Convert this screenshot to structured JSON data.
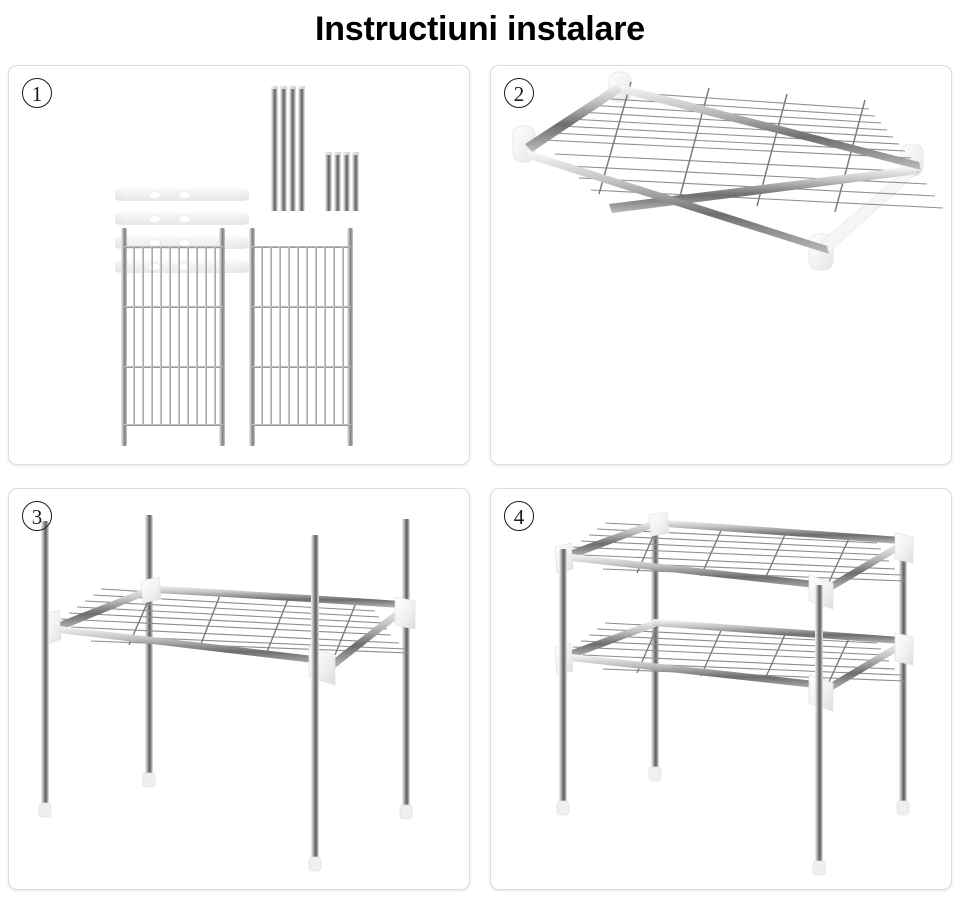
{
  "title": "Instructiuni instalare",
  "steps": [
    {
      "number": "1",
      "name": "step-1-parts-layout",
      "caption": "",
      "parts": {
        "brackets": {
          "label": "white plastic connector brackets",
          "count": 4
        },
        "long_tubes": {
          "label": "long metal tubes",
          "count": 4
        },
        "short_tubes": {
          "label": "short metal tubes",
          "count": 4
        },
        "wire_shelves": {
          "label": "wire grid shelf panels",
          "count": 2
        }
      }
    },
    {
      "number": "2",
      "name": "step-2-assembled-shelf",
      "caption": "",
      "parts": {
        "shelf_panel": {
          "label": "wire shelf with side rails",
          "count": 1
        },
        "end_caps": {
          "label": "white end caps",
          "count": 4
        }
      }
    },
    {
      "number": "3",
      "name": "step-3-attach-legs",
      "caption": "",
      "parts": {
        "shelf_panel": {
          "label": "wire shelf",
          "count": 1
        },
        "legs": {
          "label": "vertical legs",
          "count": 4
        },
        "joints": {
          "label": "white corner connectors",
          "count": 4
        }
      }
    },
    {
      "number": "4",
      "name": "step-4-complete-rack",
      "caption": "",
      "parts": {
        "shelf_panel": {
          "label": "wire shelves",
          "count": 2
        },
        "legs": {
          "label": "vertical legs",
          "count": 4
        },
        "joints": {
          "label": "white corner connectors",
          "count": 8
        }
      }
    }
  ],
  "colors": {
    "background": "#ffffff",
    "panel_border": "#dcdcdc",
    "title_text": "#000000",
    "metal_chrome": "#8e8e8e",
    "plastic_white": "#f1f1f1"
  }
}
